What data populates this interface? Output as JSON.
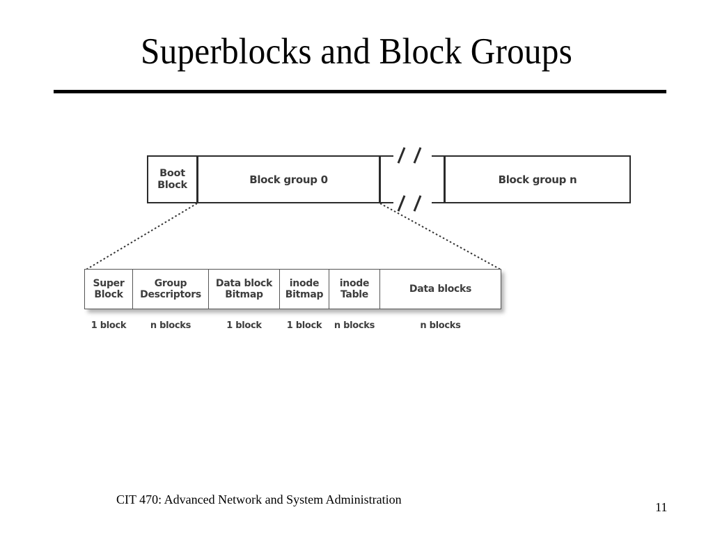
{
  "slide": {
    "title": "Superblocks and Block Groups",
    "footer": "CIT 470: Advanced Network and System Administration",
    "page_number": "11"
  },
  "diagram": {
    "top_row": {
      "boot_block": "Boot\nBlock",
      "boot_block_line1": "Boot",
      "boot_block_line2": "Block",
      "block_group_0": "Block group 0",
      "block_group_n": "Block group n",
      "gap_label": ""
    },
    "detail_row": {
      "cells": [
        {
          "line1": "Super",
          "line2": "Block",
          "size": "1 block"
        },
        {
          "line1": "Group",
          "line2": "Descriptors",
          "size": "n blocks"
        },
        {
          "line1": "Data block",
          "line2": "Bitmap",
          "size": "1 block"
        },
        {
          "line1": "inode",
          "line2": "Bitmap",
          "size": "1 block"
        },
        {
          "line1": "inode",
          "line2": "Table",
          "size": "n blocks"
        },
        {
          "line1": "Data blocks",
          "line2": "",
          "size": "n blocks"
        }
      ]
    }
  },
  "colors": {
    "stroke_dark": "#2b2b2b",
    "stroke_light": "#555555",
    "text": "#3d3d3d",
    "background": "#ffffff",
    "rule": "#000000",
    "shadow": "#9a9a9a"
  }
}
